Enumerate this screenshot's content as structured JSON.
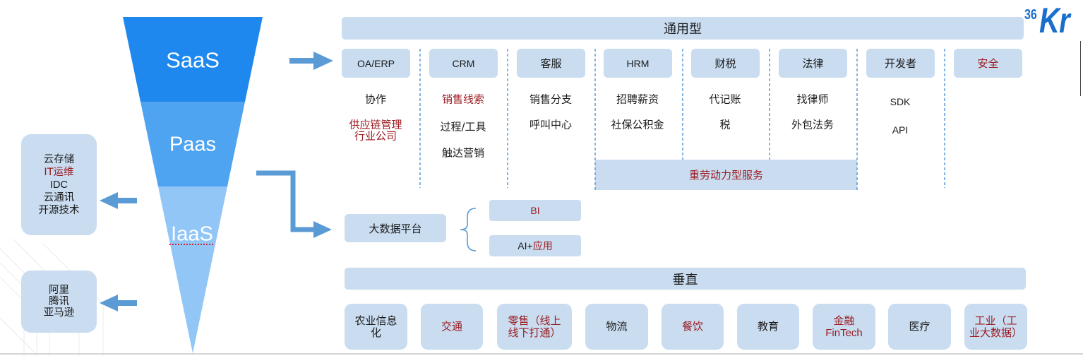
{
  "logo": {
    "number": "36",
    "letters": "Kr"
  },
  "funnel": {
    "saas": "SaaS",
    "paas": "Paas",
    "iaas": "IaaS"
  },
  "left_boxes": {
    "paas": {
      "lines": [
        {
          "text": "云存储",
          "emphasis": false
        },
        {
          "text": "IT运维",
          "emphasis": true
        },
        {
          "text": "IDC",
          "emphasis": false
        },
        {
          "text": "云通讯",
          "emphasis": false
        },
        {
          "text": "开源技术",
          "emphasis": false
        }
      ]
    },
    "iaas": {
      "lines": [
        {
          "text": "阿里",
          "emphasis": false
        },
        {
          "text": "腾讯",
          "emphasis": false
        },
        {
          "text": "亚马逊",
          "emphasis": false
        }
      ]
    }
  },
  "general": {
    "title": "通用型",
    "columns": [
      {
        "label": "OA/ERP",
        "emphasis": false,
        "items": [
          {
            "text": "协作",
            "emphasis": false
          },
          {
            "text": "供应链管理",
            "emphasis": true
          },
          {
            "text": "行业公司",
            "emphasis": true
          }
        ]
      },
      {
        "label": "CRM",
        "emphasis": false,
        "items": [
          {
            "text": "销售线索",
            "emphasis": true
          },
          {
            "text": "过程/工具",
            "emphasis": false
          },
          {
            "text": "触达营销",
            "emphasis": false
          }
        ]
      },
      {
        "label": "客服",
        "emphasis": false,
        "items": [
          {
            "text": "销售分支",
            "emphasis": false
          },
          {
            "text": "呼叫中心",
            "emphasis": false
          }
        ]
      },
      {
        "label": "HRM",
        "emphasis": false,
        "items": [
          {
            "text": "招聘薪资",
            "emphasis": false
          },
          {
            "text": "社保公积金",
            "emphasis": false
          }
        ]
      },
      {
        "label": "财税",
        "emphasis": false,
        "items": [
          {
            "text": "代记账",
            "emphasis": false
          },
          {
            "text": "税",
            "emphasis": false
          }
        ]
      },
      {
        "label": "法律",
        "emphasis": false,
        "items": [
          {
            "text": "找律师",
            "emphasis": false
          },
          {
            "text": "外包法务",
            "emphasis": false
          }
        ]
      },
      {
        "label": "开发者",
        "emphasis": false,
        "items": [
          {
            "text": "SDK",
            "emphasis": false
          },
          {
            "text": "API",
            "emphasis": false
          }
        ]
      },
      {
        "label": "安全",
        "emphasis": true,
        "items": []
      }
    ],
    "shared_band": {
      "text": "重劳动力型服务",
      "emphasis": true
    }
  },
  "data_platform": {
    "label": "大数据平台",
    "branches": [
      {
        "parts": [
          {
            "text": "BI",
            "emphasis": true
          }
        ]
      },
      {
        "parts": [
          {
            "text": "AI+",
            "emphasis": false
          },
          {
            "text": "应用",
            "emphasis": true
          }
        ]
      }
    ]
  },
  "vertical": {
    "title": "垂直",
    "items": [
      {
        "lines": [
          "农业信息",
          "化"
        ],
        "emphasis": false
      },
      {
        "lines": [
          "交通"
        ],
        "emphasis": true
      },
      {
        "lines": [
          "零售（线上",
          "线下打通）"
        ],
        "emphasis": true
      },
      {
        "lines": [
          "物流"
        ],
        "emphasis": false
      },
      {
        "lines": [
          "餐饮"
        ],
        "emphasis": true
      },
      {
        "lines": [
          "教育"
        ],
        "emphasis": false
      },
      {
        "lines": [
          "金融",
          "FinTech"
        ],
        "emphasis": true
      },
      {
        "lines": [
          "医疗"
        ],
        "emphasis": false
      },
      {
        "lines": [
          "工业（工",
          "业大数据）"
        ],
        "emphasis": true
      }
    ]
  },
  "colors": {
    "box_fill": "#c9dcf0",
    "emphasis_text": "#9b1c22",
    "text": "#1a1a1a",
    "saas": "#1e88ee",
    "paas": "#4fa4f2",
    "iaas": "#91c6f7",
    "arrow": "#5b9bd5",
    "logo": "#1a6fcc"
  }
}
